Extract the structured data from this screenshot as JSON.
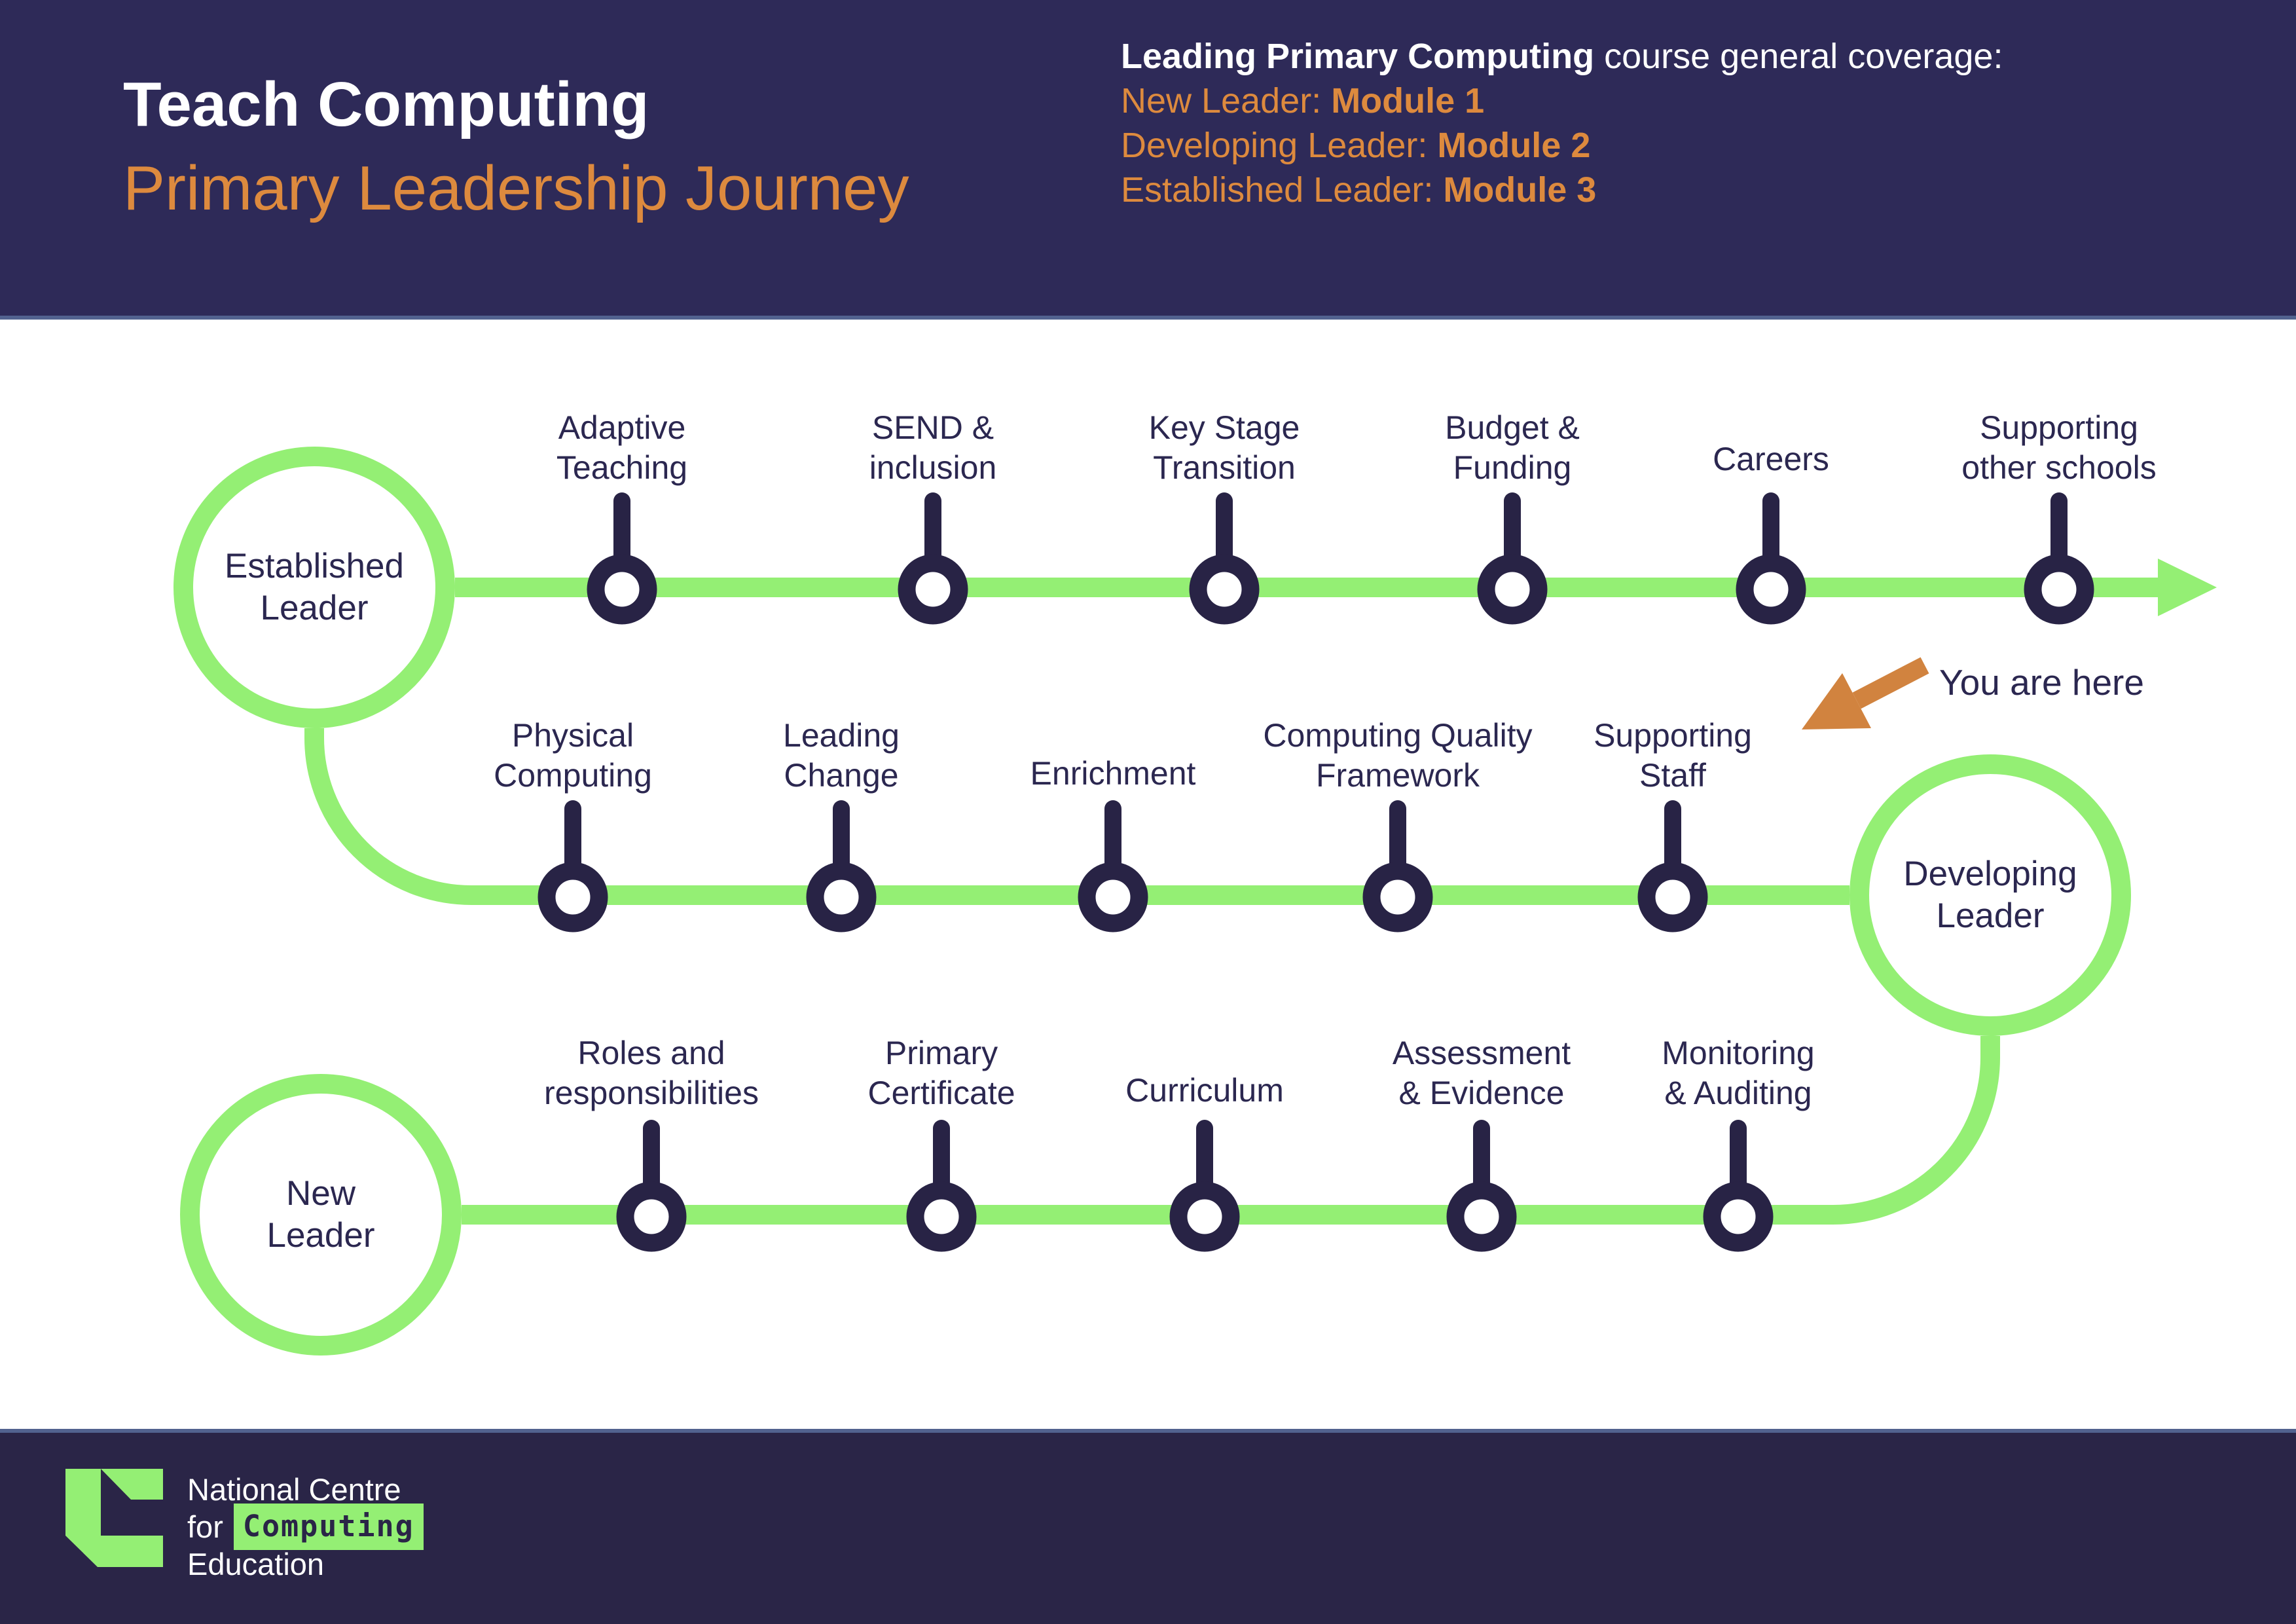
{
  "header": {
    "title": "Teach Computing",
    "subtitle": "Primary Leadership Journey",
    "coverage": {
      "heading_bold": "Leading Primary Computing",
      "heading_rest": " course general coverage:",
      "items": [
        {
          "stage": "New Leader: ",
          "module": "Module 1"
        },
        {
          "stage": "Developing Leader: ",
          "module": "Module 2"
        },
        {
          "stage": "Established Leader: ",
          "module": "Module 3"
        }
      ]
    }
  },
  "journey": {
    "you_are_here": "You are here",
    "rows": [
      {
        "stage": "Established\nLeader",
        "milestones": [
          {
            "label": "Adaptive\nTeaching"
          },
          {
            "label": "SEND &\ninclusion"
          },
          {
            "label": "Key Stage\nTransition"
          },
          {
            "label": "Budget &\nFunding"
          },
          {
            "label": "Careers"
          },
          {
            "label": "Supporting\nother schools"
          }
        ]
      },
      {
        "stage": "Developing\nLeader",
        "milestones": [
          {
            "label": "Physical\nComputing"
          },
          {
            "label": "Leading\nChange"
          },
          {
            "label": "Enrichment"
          },
          {
            "label": "Computing Quality\nFramework"
          },
          {
            "label": "Supporting\nStaff"
          }
        ]
      },
      {
        "stage": "New\nLeader",
        "milestones": [
          {
            "label": "Roles and\nresponsibilities"
          },
          {
            "label": "Primary\nCertificate"
          },
          {
            "label": "Curriculum"
          },
          {
            "label": "Assessment\n& Evidence"
          },
          {
            "label": "Monitoring\n& Auditing"
          }
        ]
      }
    ]
  },
  "footer": {
    "org_line1": "National Centre",
    "org_line2_prefix": "for",
    "org_line2_highlight": "Computing",
    "org_line3": "Education"
  },
  "colors": {
    "band_navy": "#2e2a58",
    "band_edge": "#52628f",
    "path_green": "#94ef74",
    "pin_navy": "#282345",
    "text_navy": "#2b2750",
    "orange": "#dd8a3e",
    "arrow_orange": "#d1833f",
    "white": "#ffffff"
  }
}
